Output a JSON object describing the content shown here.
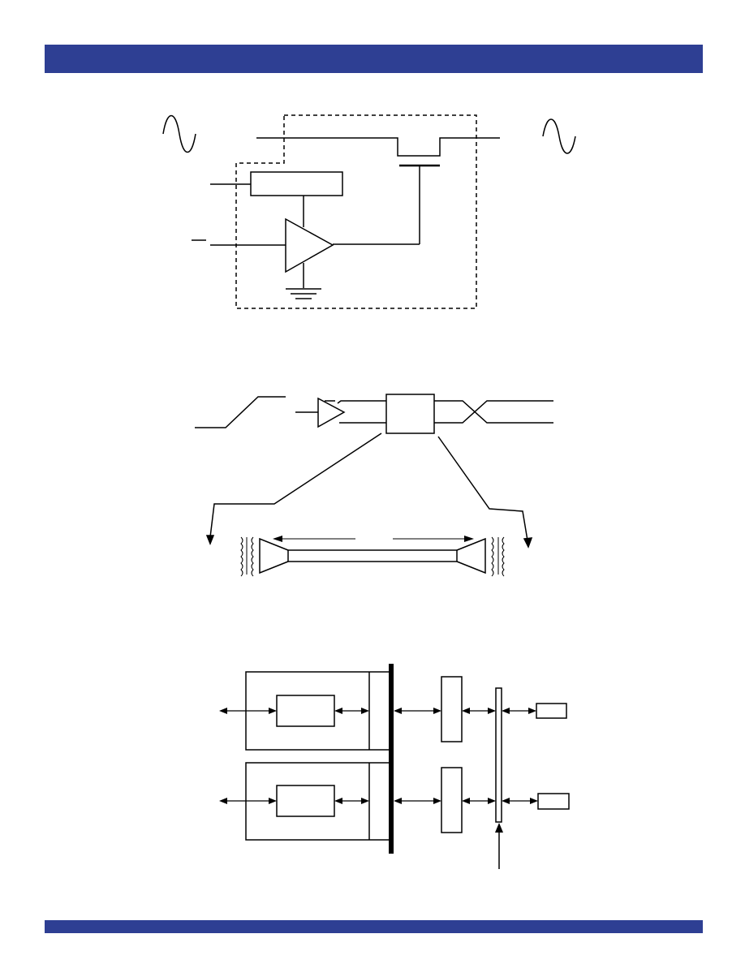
{
  "colors": {
    "header_band": "#2e3f93",
    "footer_band": "#2e3f93",
    "line": "#000000",
    "background": "#ffffff"
  },
  "figures": [
    {
      "id": "figure-1",
      "kind": "switch-circuit-schematic"
    },
    {
      "id": "figure-2",
      "kind": "bus-exchange-diagram"
    },
    {
      "id": "figure-3",
      "kind": "system-block-diagram"
    }
  ]
}
